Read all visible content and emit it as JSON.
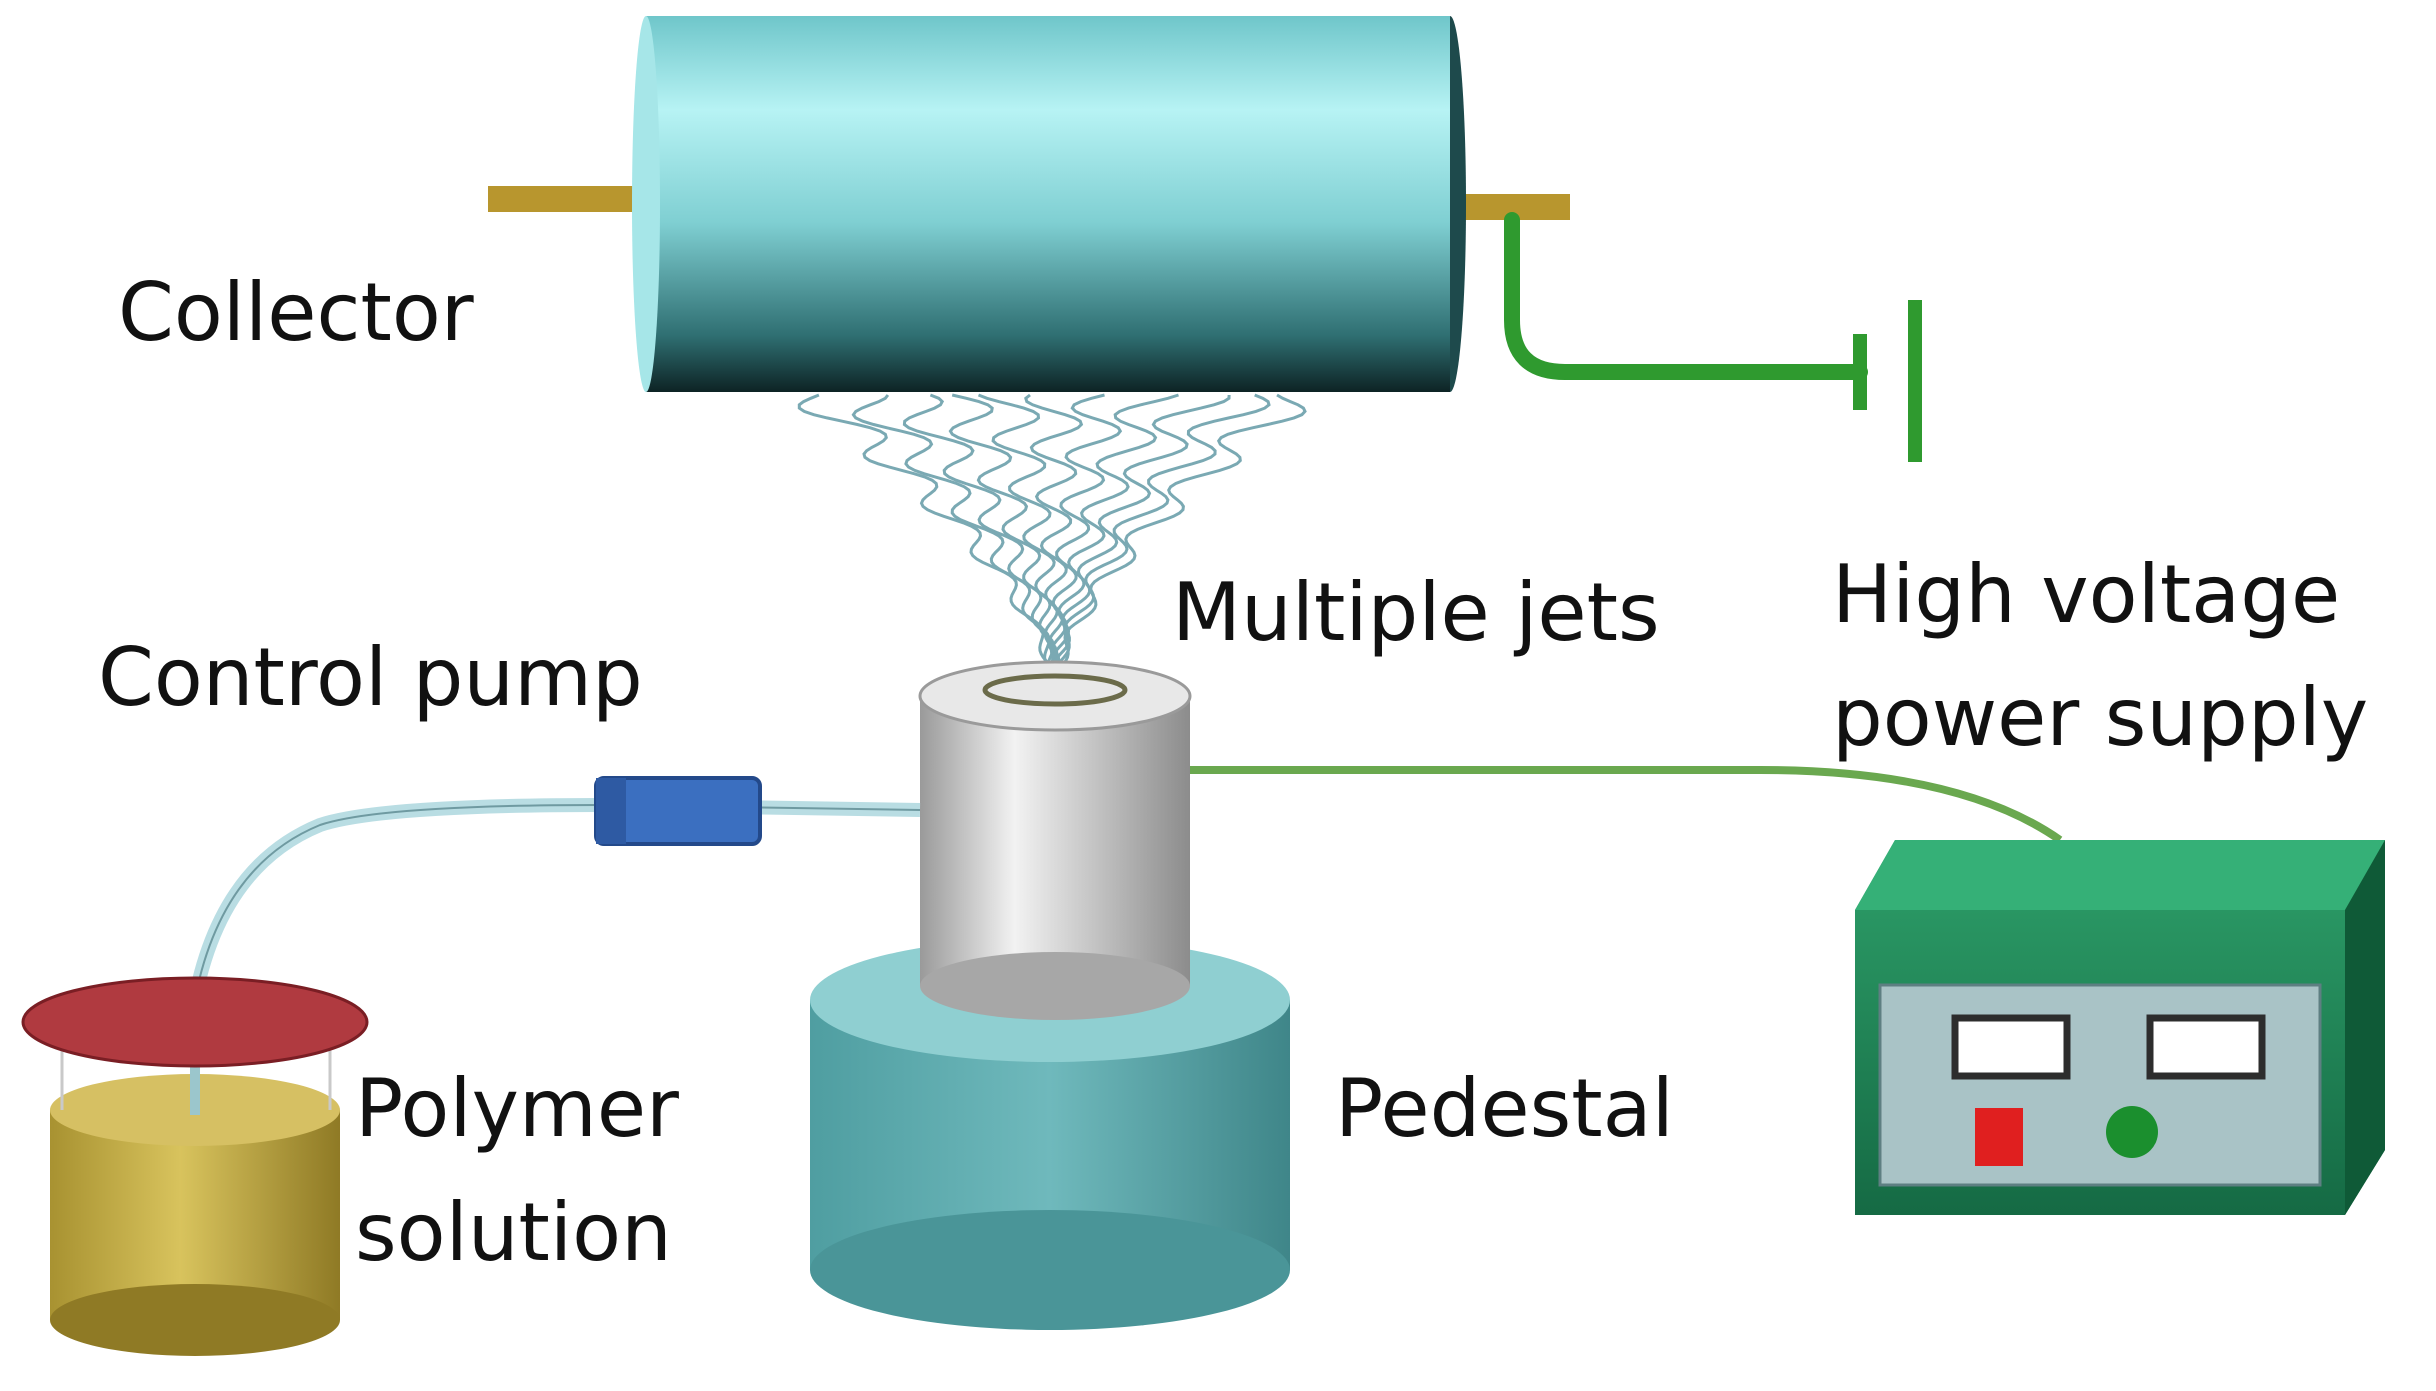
{
  "labels": {
    "collector": "Collector",
    "multiple_jets": "Multiple jets",
    "high_voltage_line1": "High voltage",
    "high_voltage_line2": "power supply",
    "control_pump": "Control pump",
    "polymer_line1": "Polymer",
    "polymer_line2": "solution",
    "pedestal": "Pedestal"
  },
  "colors": {
    "collector_body": "#8fe0e3",
    "collector_shaft": "#b8962e",
    "ground_wire": "#2f9a2f",
    "wire_supply": "#6aa84f",
    "pedestal": "#5fb0b3",
    "nozzle": "#d9d9d9",
    "pump_block": "#3b6fc0",
    "tube": "#b9dde3",
    "dish": "#b03a40",
    "container": "#c9b24a",
    "supply_box": "#1f8a5a",
    "supply_panel": "#a9c3c6",
    "button_red": "#e01f1f",
    "button_green": "#1b8f2e"
  }
}
